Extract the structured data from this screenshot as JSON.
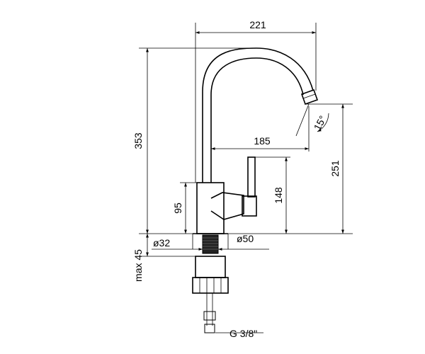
{
  "dimensions": {
    "total_reach": "221",
    "total_height": "353",
    "spout_reach": "185",
    "spout_clearance": "251",
    "lever_height": "148",
    "body_height": "95",
    "swivel_angle": "15°",
    "hole_diameter": "ø32",
    "base_diameter": "ø50",
    "max_thickness": "max 45",
    "thread": "G 3/8\""
  }
}
